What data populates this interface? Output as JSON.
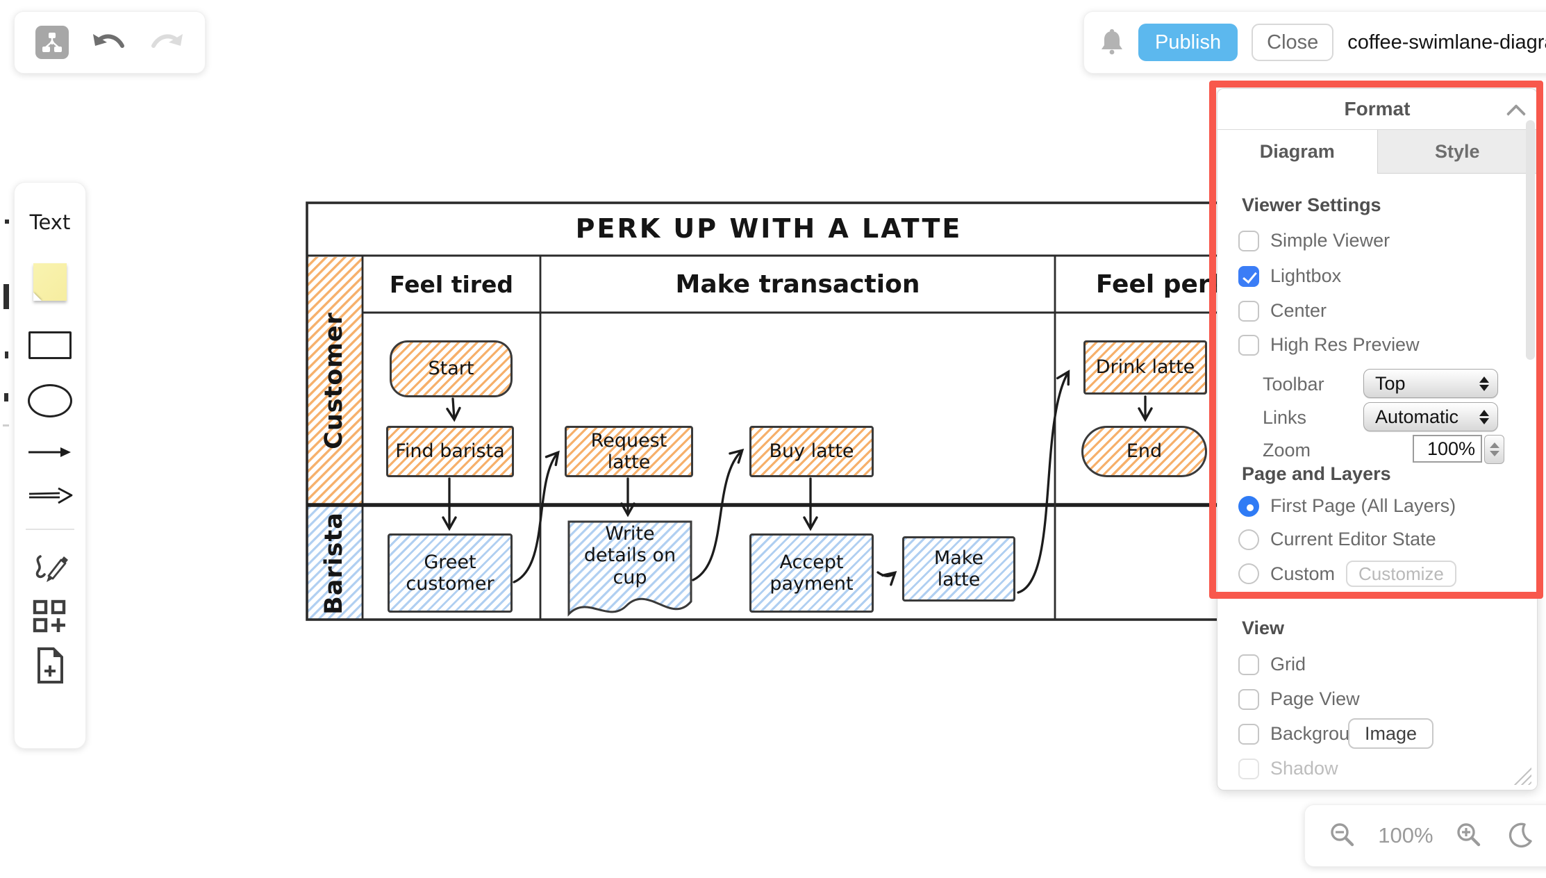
{
  "header": {
    "publish_label": "Publish",
    "close_label": "Close",
    "title": "coffee-swimlane-diagram"
  },
  "shape_palette": {
    "text_label": "Text"
  },
  "diagram": {
    "title": "PERK UP WITH A LATTE",
    "phases": [
      "Feel tired",
      "Make transaction",
      "Feel perky"
    ],
    "lanes": [
      "Customer",
      "Barista"
    ],
    "nodes": [
      {
        "id": "start",
        "label": "Start",
        "lane": "Customer",
        "shape": "rounded"
      },
      {
        "id": "find-barista",
        "label": "Find barista",
        "lane": "Customer",
        "shape": "rect"
      },
      {
        "id": "request-latte",
        "label": "Request latte",
        "lane": "Customer",
        "shape": "rect"
      },
      {
        "id": "buy-latte",
        "label": "Buy latte",
        "lane": "Customer",
        "shape": "rect"
      },
      {
        "id": "drink-latte",
        "label": "Drink latte",
        "lane": "Customer",
        "shape": "rect"
      },
      {
        "id": "end",
        "label": "End",
        "lane": "Customer",
        "shape": "rounded"
      },
      {
        "id": "greet-customer",
        "label": "Greet customer",
        "lane": "Barista",
        "shape": "rect"
      },
      {
        "id": "write-details",
        "label": "Write details on cup",
        "lane": "Barista",
        "shape": "document"
      },
      {
        "id": "accept-payment",
        "label": "Accept payment",
        "lane": "Barista",
        "shape": "rect"
      },
      {
        "id": "make-latte",
        "label": "Make latte",
        "lane": "Barista",
        "shape": "subprocess"
      }
    ]
  },
  "format_panel": {
    "title": "Format",
    "tabs": [
      {
        "label": "Diagram",
        "active": true
      },
      {
        "label": "Style",
        "active": false
      }
    ],
    "viewer_settings": {
      "heading": "Viewer Settings",
      "options": [
        {
          "label": "Simple Viewer",
          "checked": false
        },
        {
          "label": "Lightbox",
          "checked": true
        },
        {
          "label": "Center",
          "checked": false
        },
        {
          "label": "High Res Preview",
          "checked": false
        }
      ],
      "toolbar": {
        "label": "Toolbar",
        "value": "Top"
      },
      "links": {
        "label": "Links",
        "value": "Automatic"
      },
      "zoom": {
        "label": "Zoom",
        "value": "100%"
      }
    },
    "page_and_layers": {
      "heading": "Page and Layers",
      "options": [
        {
          "label": "First Page (All Layers)",
          "selected": true
        },
        {
          "label": "Current Editor State",
          "selected": false
        },
        {
          "label": "Custom",
          "selected": false
        }
      ],
      "customize_label": "Customize"
    },
    "view": {
      "heading": "View",
      "options": [
        {
          "label": "Grid",
          "checked": false
        },
        {
          "label": "Page View",
          "checked": false
        },
        {
          "label": "Background",
          "checked": false
        },
        {
          "label": "Shadow",
          "checked": false,
          "disabled": true
        }
      ],
      "image_label": "Image"
    }
  },
  "zoom_controls": {
    "value": "100%"
  },
  "colors": {
    "publish_blue": "#5cb8ee",
    "highlight_red": "#f8584c",
    "accent_blue": "#3b7df6",
    "orange_hatch": "#f6b06b",
    "blue_hatch": "#b0cff1",
    "sticky_yellow": "#f8f1a7"
  }
}
